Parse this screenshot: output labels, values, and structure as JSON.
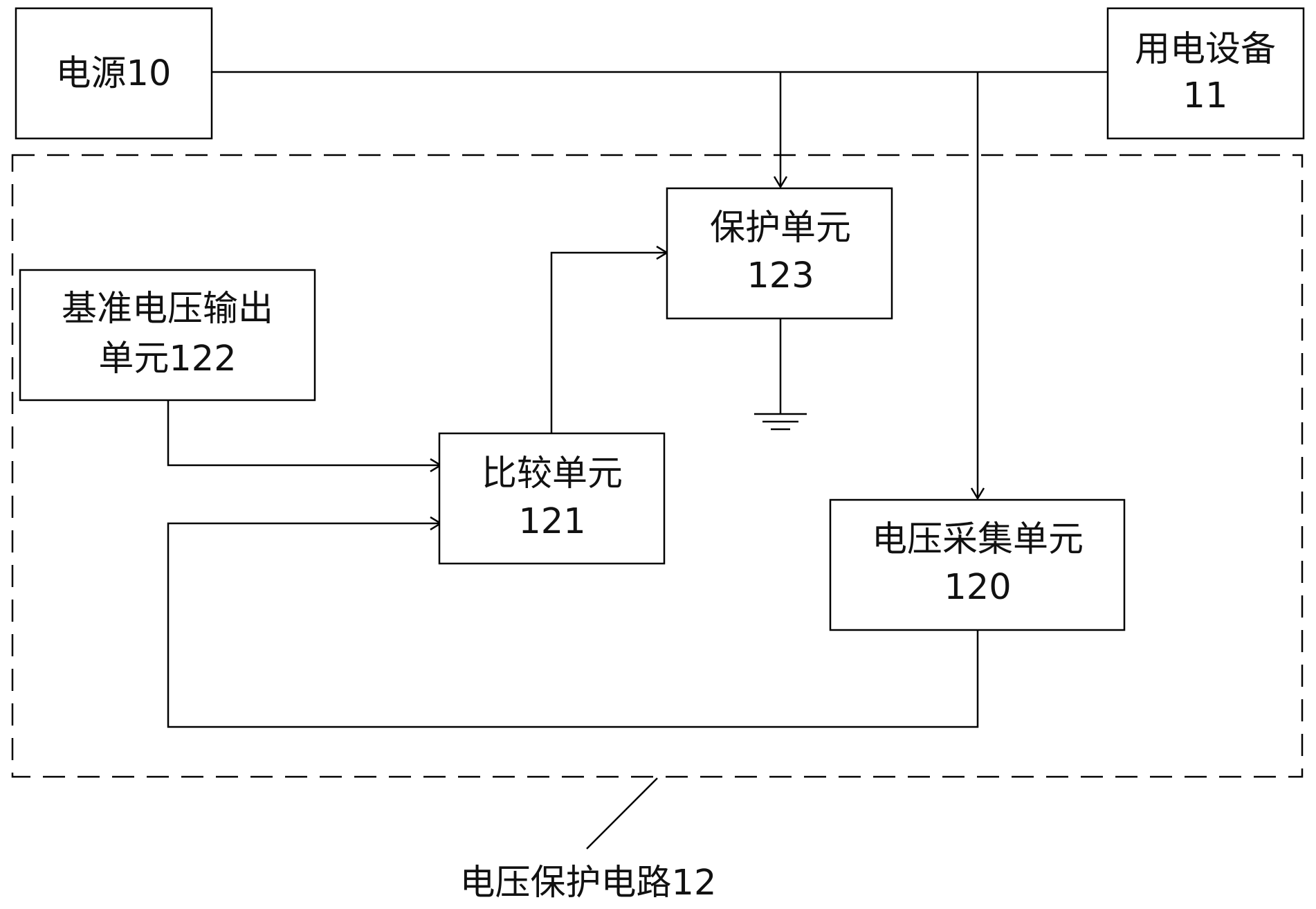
{
  "blocks": {
    "power_source": {
      "line1": "电源10"
    },
    "load_device": {
      "line1": "用电设备",
      "line2": "11"
    },
    "protection_unit": {
      "line1": "保护单元",
      "line2": "123"
    },
    "reference_unit": {
      "line1": "基准电压输出",
      "line2": "单元122"
    },
    "comparison_unit": {
      "line1": "比较单元",
      "line2": "121"
    },
    "sampling_unit": {
      "line1": "电压采集单元",
      "line2": "120"
    }
  },
  "circuit_label": "电压保护电路12"
}
